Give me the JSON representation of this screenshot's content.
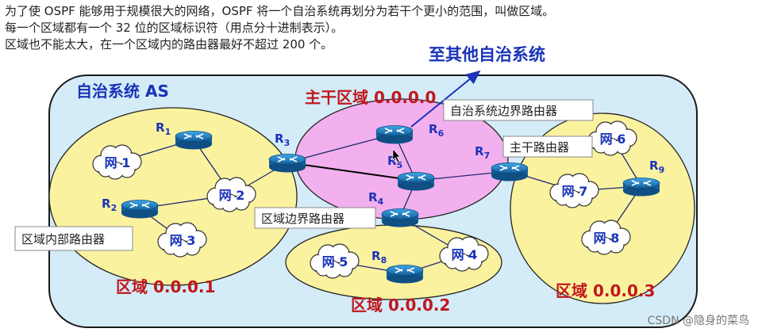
{
  "intro": {
    "line1": "为了使 OSPF 能够用于规模很大的网络，OSPF 将一个自治系统再划分为若干个更小的范围，叫做区域。",
    "line2": "每一个区域都有一个 32 位的区域标识符（用点分十进制表示）。",
    "line3": "区域也不能太大，在一个区域内的路由器最好不超过 200 个。"
  },
  "diagram": {
    "external_label": "至其他自治系统",
    "as_label": "自治系统 AS",
    "backbone_label": "主干区域 0.0.0.0",
    "area1_label": "区域 0.0.0.1",
    "area2_label": "区域 0.0.0.2",
    "area3_label": "区域 0.0.0.3",
    "callouts": {
      "asbr": "自治系统边界路由器",
      "backbone_router": "主干路由器",
      "abr": "区域边界路由器",
      "internal": "区域内部路由器"
    },
    "routers": [
      {
        "id": "R1",
        "name": "R",
        "sub": "1"
      },
      {
        "id": "R2",
        "name": "R",
        "sub": "2"
      },
      {
        "id": "R3",
        "name": "R",
        "sub": "3"
      },
      {
        "id": "R4",
        "name": "R",
        "sub": "4"
      },
      {
        "id": "R5",
        "name": "R",
        "sub": "5"
      },
      {
        "id": "R6",
        "name": "R",
        "sub": "6"
      },
      {
        "id": "R7",
        "name": "R",
        "sub": "7"
      },
      {
        "id": "R8",
        "name": "R",
        "sub": "8"
      },
      {
        "id": "R9",
        "name": "R",
        "sub": "9"
      }
    ],
    "networks": [
      {
        "id": "N1",
        "label": "网 1"
      },
      {
        "id": "N2",
        "label": "网 2"
      },
      {
        "id": "N3",
        "label": "网 3"
      },
      {
        "id": "N4",
        "label": "网 4"
      },
      {
        "id": "N5",
        "label": "网 5"
      },
      {
        "id": "N6",
        "label": "网 6"
      },
      {
        "id": "N7",
        "label": "网 7"
      },
      {
        "id": "N8",
        "label": "网 8"
      }
    ]
  },
  "colors": {
    "as_fill": "#d4ecf8",
    "as_stroke": "#1a1a1a",
    "area_fill": "#fbf2a0",
    "backbone_fill": "#f3b0ee",
    "label_blue": "#1a33b8",
    "label_red": "#c0181e",
    "router_blue": "#1d7fc6"
  },
  "watermark": "CSDN @隐身的菜鸟"
}
